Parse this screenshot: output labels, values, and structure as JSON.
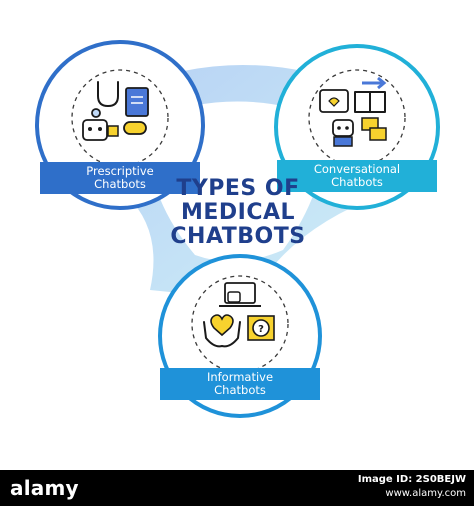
{
  "diagram": {
    "title_lines": [
      "TYPES OF",
      "MEDICAL",
      "CHATBOTS"
    ],
    "nodes": [
      {
        "label_lines": [
          "Prescriptive",
          "Chatbots"
        ],
        "color": "#2f6fc9"
      },
      {
        "label_lines": [
          "Conversational",
          "Chatbots"
        ],
        "color": "#21b0d8"
      },
      {
        "label_lines": [
          "Informative",
          "Chatbots"
        ],
        "color": "#1f92d9"
      }
    ],
    "accent_colors": {
      "yellow": "#f7d22e",
      "blue": "#4a78d8",
      "light_blue": "#bfd8f6",
      "connector": "#bcdcf2"
    }
  },
  "footer": {
    "logo_text": "alamy",
    "right_line1": "Image ID: 2S0BEJW",
    "right_line2": "www.alamy.com"
  }
}
